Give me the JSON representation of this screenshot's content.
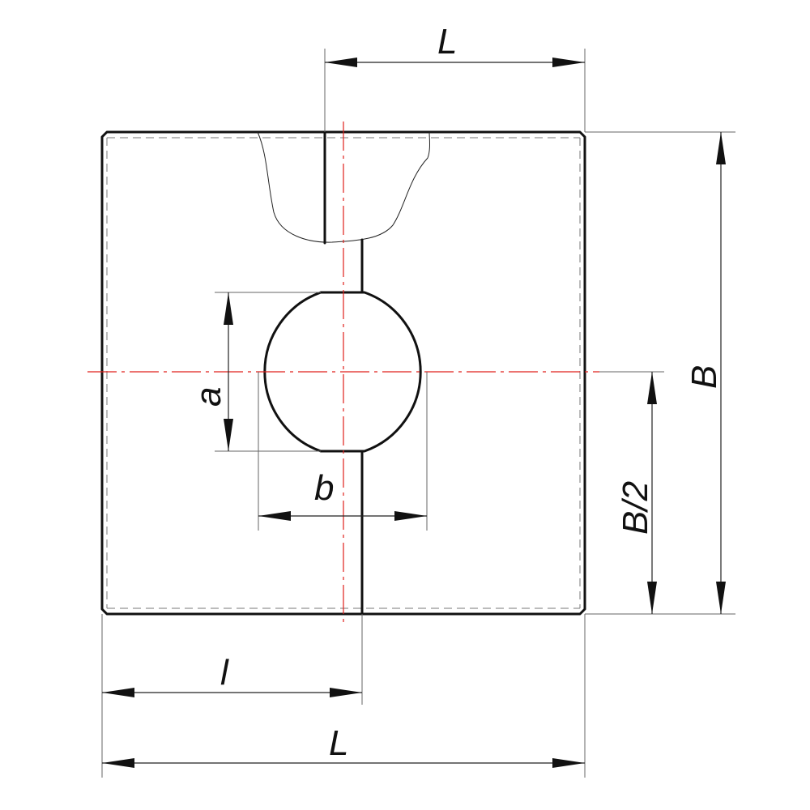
{
  "labels": {
    "top_length": "L",
    "bottom_length": "L",
    "partial_length": "l",
    "height": "B",
    "half_height": "B/2",
    "hole_height": "a",
    "hole_width": "b"
  },
  "colors": {
    "outline": "#111111",
    "center_line": "#e0201c",
    "dimension": "#222222"
  }
}
